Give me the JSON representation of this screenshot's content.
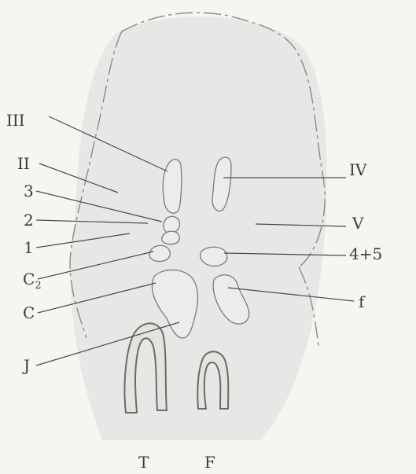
{
  "labels": {
    "III": "III",
    "II": "II",
    "3": "3",
    "2": "2",
    "1": "1",
    "C2_base": "C",
    "C2_sub": "2",
    "C": "C",
    "J": "J",
    "IV": "IV",
    "V": "V",
    "4plus5": "4+5",
    "f": "f",
    "T": "T",
    "F": "F"
  }
}
